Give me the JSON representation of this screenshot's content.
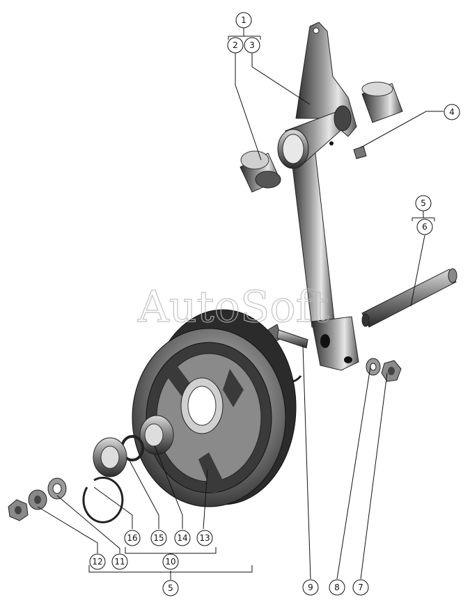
{
  "watermark": "AutoSoft",
  "callouts": {
    "c1": "1",
    "c2": "2",
    "c3": "3",
    "c4": "4",
    "c5_top": "5",
    "c6": "6",
    "c7": "7",
    "c8": "8",
    "c9": "9",
    "c10": "10",
    "c11": "11",
    "c12": "12",
    "c13": "13",
    "c14": "14",
    "c15": "15",
    "c16": "16",
    "c5_bottom": "5"
  }
}
